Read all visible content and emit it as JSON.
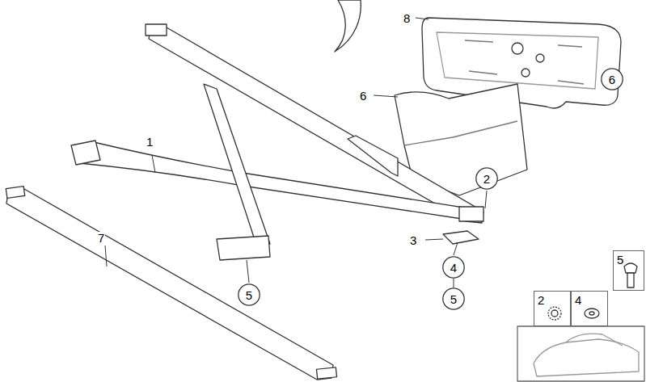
{
  "diagram": {
    "nodes": [
      {
        "text": [
          "6"
        ]
      },
      {
        "text": [
          "2"
        ]
      },
      {
        "text": [
          "4"
        ]
      },
      {
        "text": [
          "5"
        ]
      },
      {
        "text": [
          "5"
        ]
      },
      {
        "text": [
          "5"
        ]
      },
      {
        "text": [
          "2"
        ]
      },
      {
        "text": [
          "4"
        ]
      }
    ],
    "edges": [
      {
        "from": 2,
        "to": 3,
        "arrow": "none"
      }
    ],
    "labels": [
      "8",
      "6",
      "1",
      "3",
      "7"
    ]
  }
}
